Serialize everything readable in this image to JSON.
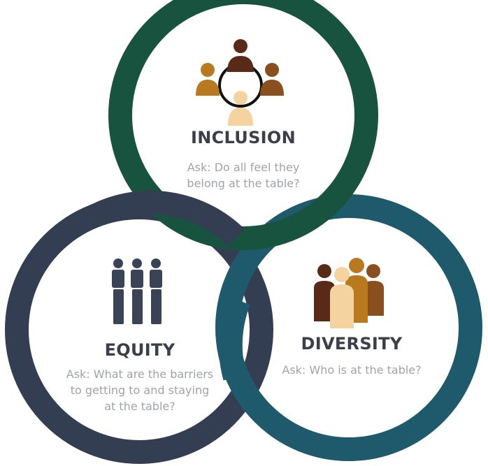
{
  "colors": {
    "inclusion_ring": "#17533f",
    "equity_ring": "#343e53",
    "diversity_ring": "#1e5a6b",
    "title_text": "#3a3f4a",
    "body_text": "#a0a3a8",
    "equity_icon": "#3b4356",
    "skin_dark": "#5a2a18",
    "skin_brown": "#8a4f1f",
    "skin_gold": "#b8791f",
    "skin_light": "#f4d3a0"
  },
  "icons": {
    "inclusion": "people-around-table-icon",
    "equity": "three-people-standing-icon",
    "diversity": "diverse-group-icon"
  },
  "inclusion": {
    "title": "INCLUSION",
    "ask_lines": [
      "Ask: Do all feel they",
      "belong at the table?"
    ]
  },
  "equity": {
    "title": "EQUITY",
    "ask_lines": [
      "Ask: What are the barriers",
      "to getting to and staying",
      "at the table?"
    ]
  },
  "diversity": {
    "title": "DIVERSITY",
    "ask_lines": [
      "Ask: Who is at the table?"
    ]
  }
}
